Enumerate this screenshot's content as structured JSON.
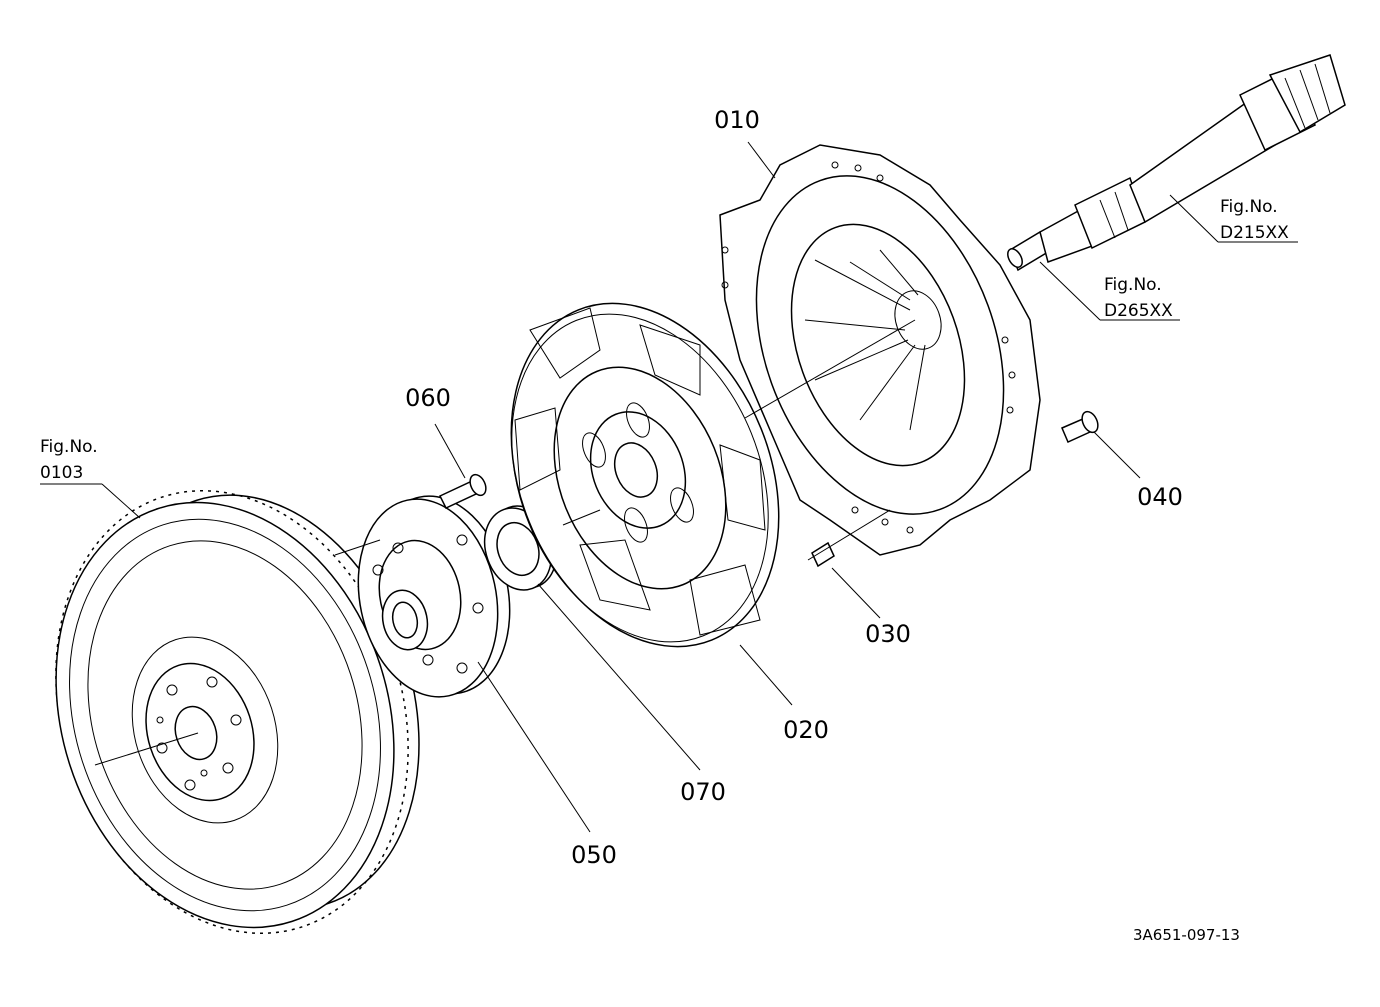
{
  "parts": [
    {
      "id": "010",
      "label": "010"
    },
    {
      "id": "020",
      "label": "020"
    },
    {
      "id": "030",
      "label": "030"
    },
    {
      "id": "040",
      "label": "040"
    },
    {
      "id": "050",
      "label": "050"
    },
    {
      "id": "060",
      "label": "060"
    },
    {
      "id": "070",
      "label": "070"
    }
  ],
  "figure_refs": [
    {
      "caption": "Fig.No.",
      "number": "0103"
    },
    {
      "caption": "Fig.No.",
      "number": "D265XX"
    },
    {
      "caption": "Fig.No.",
      "number": "D215XX"
    }
  ],
  "drawing_code": "3A651-097-13"
}
